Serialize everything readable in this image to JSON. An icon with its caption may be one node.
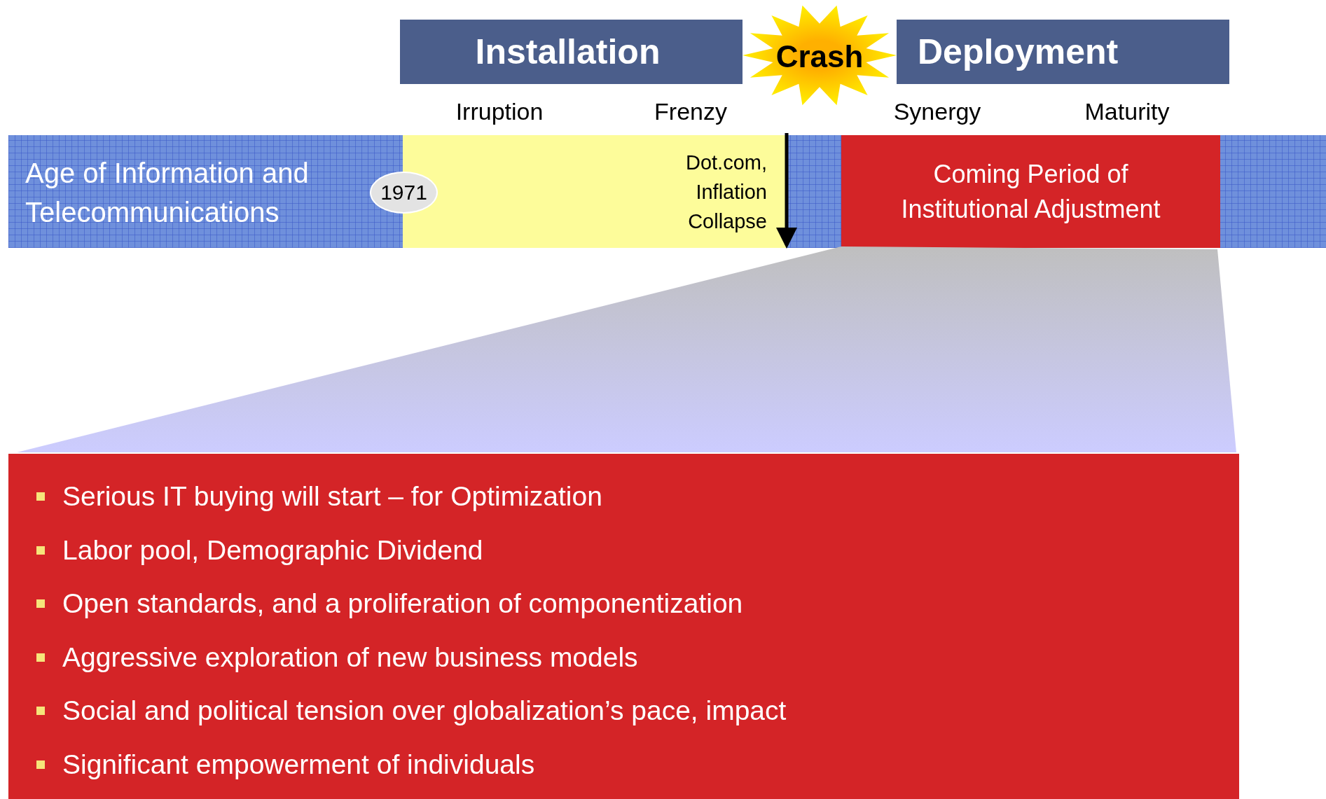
{
  "diagram": {
    "nodes": [
      {
        "text": [
          "Installation"
        ]
      },
      {
        "text": [
          "Crash"
        ]
      },
      {
        "text": [
          "Deployment"
        ]
      },
      {
        "text": [
          "Age of Information and Telecommunications"
        ]
      },
      {
        "text": [
          "Dot.com, Inflation Collapse"
        ],
        "in": 3
      },
      {
        "text": [
          "1971"
        ],
        "in": 3
      },
      {
        "text": [
          "Coming Period of Institutional Adjustment"
        ],
        "in": 3
      },
      {
        "text": [],
        "shape": "trapezoid"
      },
      {
        "text": [
          "Serious IT buying will start – for Optimization",
          "Labor pool, Demographic Dividend",
          "Open standards, and a proliferation of componentization",
          "Aggressive exploration of new business models",
          "Social and political tension over globalization’s pace, impact",
          "Significant empowerment of individuals"
        ]
      }
    ],
    "labels": [
      "Irruption",
      "Frenzy",
      "Synergy",
      "Maturity"
    ]
  }
}
